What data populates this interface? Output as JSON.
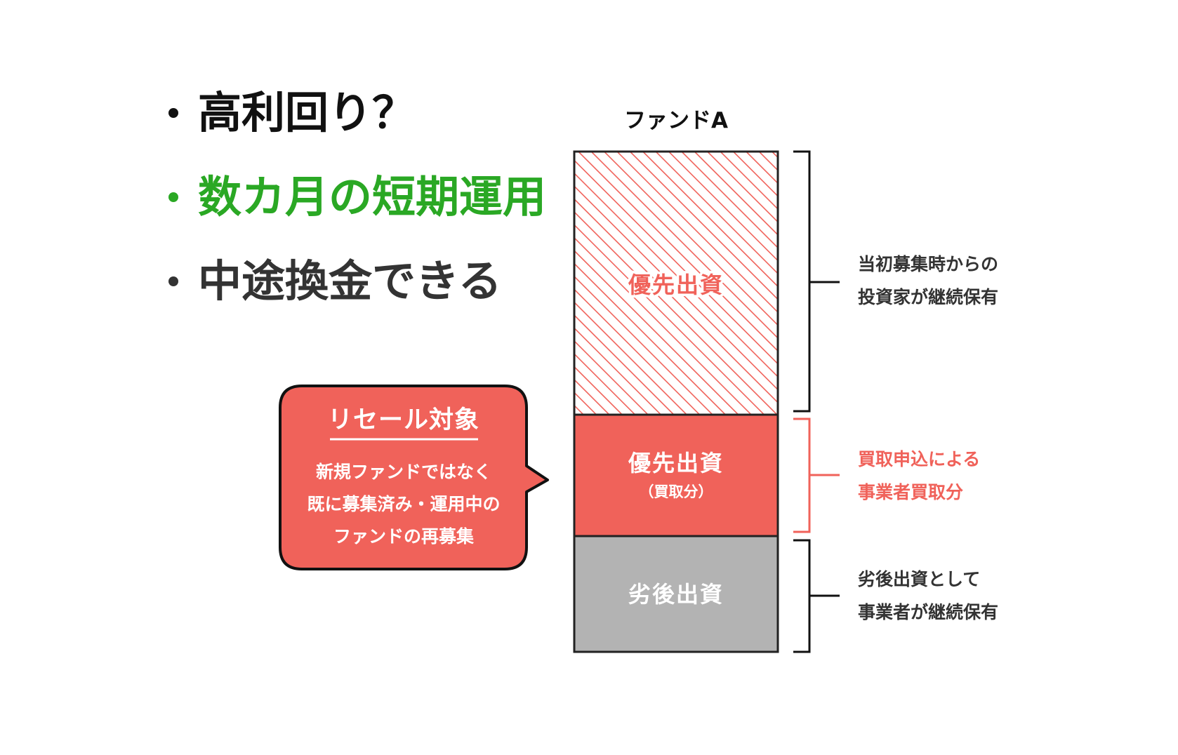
{
  "bullets": [
    {
      "text": "高利回り？",
      "color": "#111111"
    },
    {
      "text": "数カ月の短期運用",
      "color": "#2aa824"
    },
    {
      "text": "中途換金できる",
      "color": "#333333"
    }
  ],
  "fund": {
    "title": "ファンドA",
    "segments": [
      {
        "label": "優先出資",
        "sublabel": "",
        "style": "hatched",
        "fill": "#f0625a",
        "note_lines": [
          "当初募集時からの",
          "投資家が継続保有"
        ],
        "note_color": "#333333",
        "bracket_color": "#111111"
      },
      {
        "label": "優先出資",
        "sublabel": "（買取分）",
        "style": "solid",
        "fill": "#f0625a",
        "note_lines": [
          "買取申込による",
          "事業者買取分"
        ],
        "note_color": "#f0625a",
        "bracket_color": "#f0625a"
      },
      {
        "label": "劣後出資",
        "sublabel": "",
        "style": "solid",
        "fill": "#b3b3b3",
        "note_lines": [
          "劣後出資として",
          "事業者が継続保有"
        ],
        "note_color": "#333333",
        "bracket_color": "#111111"
      }
    ]
  },
  "callout": {
    "title": "リセール対象",
    "lines": [
      "新規ファンドではなく",
      "既に募集済み・運用中の",
      "ファンドの再募集"
    ],
    "fill": "#f0625a"
  },
  "colors": {
    "accent_red": "#f0625a",
    "accent_green": "#2aa824",
    "gray": "#b3b3b3",
    "outline": "#222222"
  }
}
